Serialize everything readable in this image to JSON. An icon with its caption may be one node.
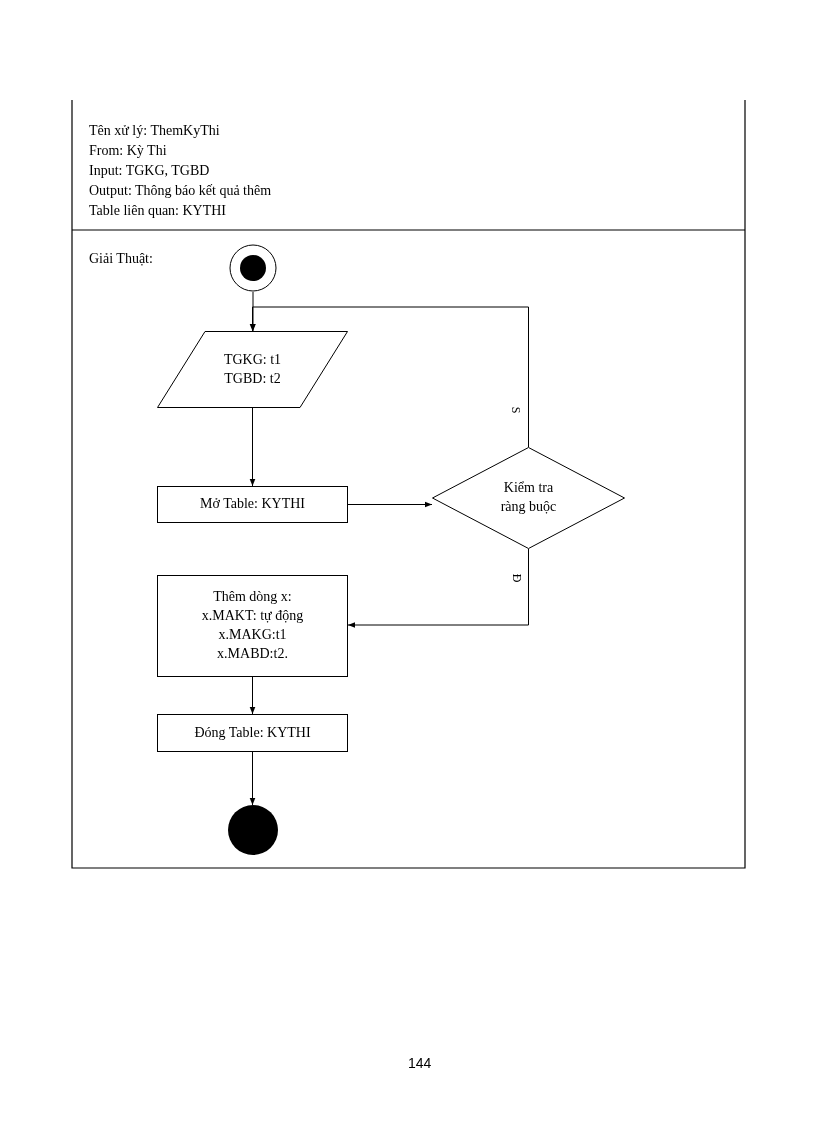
{
  "diagram": {
    "nodes": [
      {
        "text": [],
        "shape": "circle"
      },
      {
        "text": [
          "TGKG: t1 TGBD: t2"
        ]
      },
      {
        "text": [
          "Mở Table:  KYTHI"
        ]
      },
      {
        "text": [
          "Kiểm tra ràng buộc"
        ]
      },
      {
        "text": [
          "Thêm  dòng x: x.MAKT: tự động x.MAKG:t1 x.MABD:t2."
        ]
      },
      {
        "text": [
          "Đóng Table:  KYTHI"
        ]
      },
      {
        "text": [],
        "shape": "circle"
      }
    ],
    "edges": [
      {
        "from": 0,
        "to": 1,
        "arrow": "to"
      },
      {
        "from": 1,
        "to": 2,
        "arrow": "to"
      },
      {
        "from": 2,
        "to": 3,
        "arrow": "to"
      },
      {
        "from": 3,
        "to": 1,
        "arrow": "to",
        "label": "S"
      },
      {
        "from": 3,
        "to": 4,
        "arrow": "to",
        "label": "Đ"
      },
      {
        "from": 4,
        "to": 5,
        "arrow": "to"
      },
      {
        "from": 5,
        "to": 6,
        "arrow": "to"
      }
    ],
    "labels": [
      "Tên xử lý:  ThemKyThi",
      "From:  Kỳ Thi",
      "Input:  TGKG, TGBD",
      "Output:  Thông  báo kết quả thêm",
      "Table liên  quan:  KYTHI",
      "Giải  Thuật:",
      "144"
    ]
  }
}
